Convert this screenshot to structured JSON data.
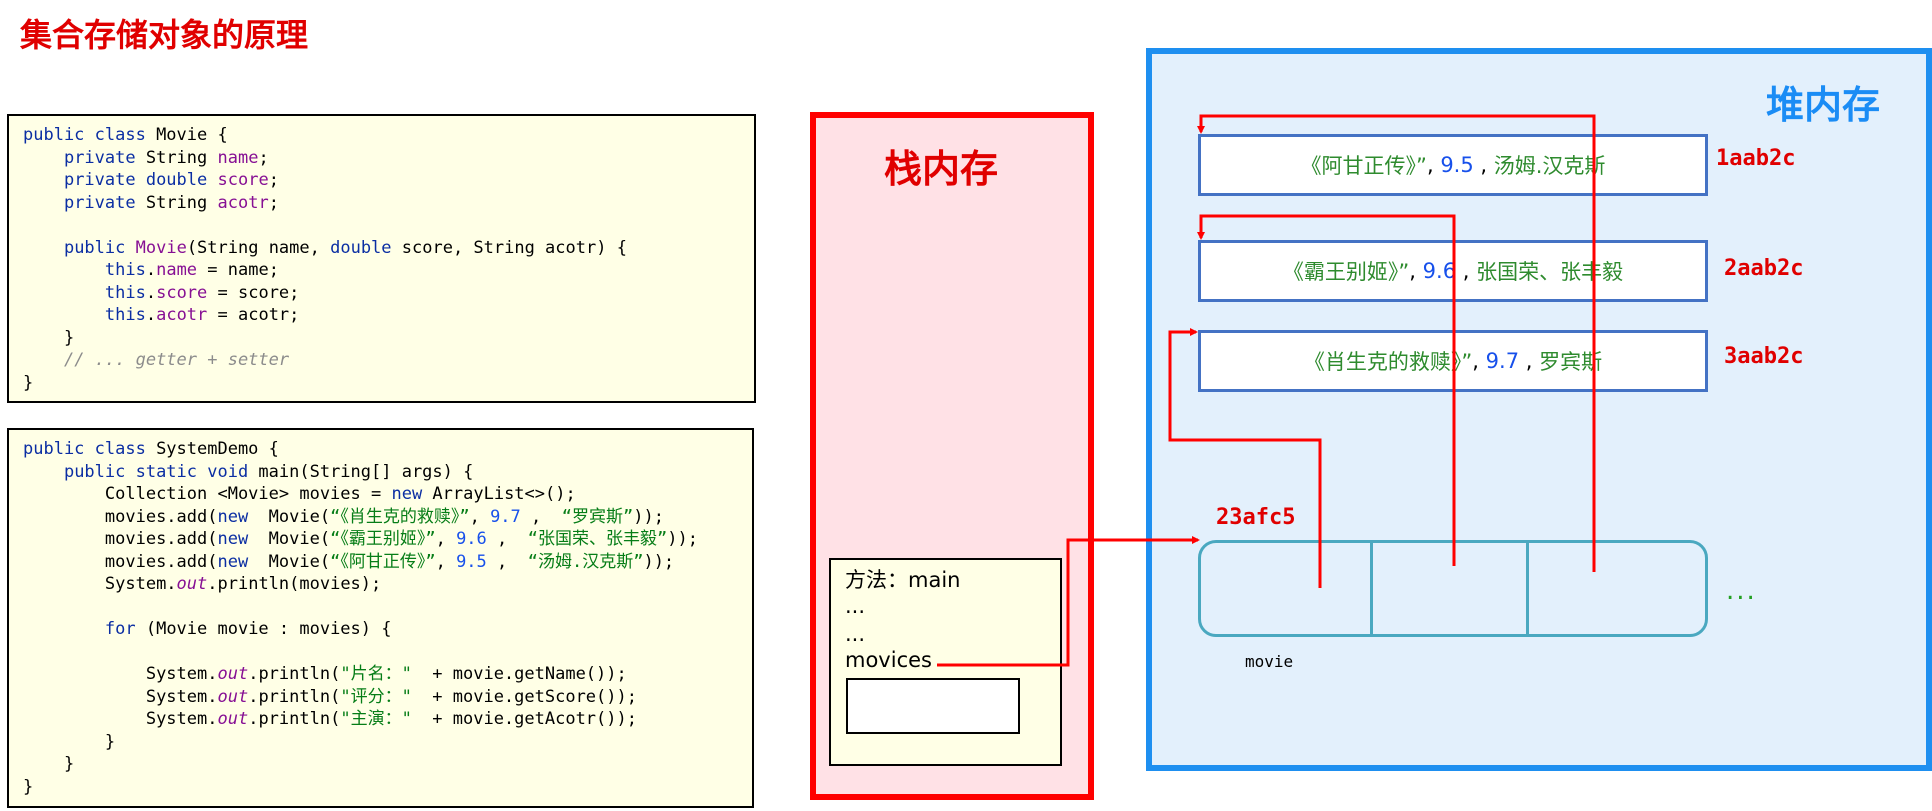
{
  "title": "集合存储对象的原理",
  "stack": {
    "title": "栈内存",
    "frame_lines": [
      "方法：main",
      "...",
      "...",
      "movices"
    ]
  },
  "heap": {
    "title": "堆内存",
    "objects": [
      {
        "name": "《阿甘正传》”",
        "score": "9.5",
        "actor": "汤姆.汉克斯",
        "address": "1aab2c"
      },
      {
        "name": "《霸王别姬》”",
        "score": "9.6",
        "actor": "张国荣、张丰毅",
        "address": "2aab2c"
      },
      {
        "name": "《肖生克的救赎》”",
        "score": "9.7",
        "actor": "罗宾斯",
        "address": "3aab2c"
      }
    ],
    "collection_address": "23afc5",
    "collection_label": "movie",
    "ellipsis": "..."
  },
  "code1": {
    "l1": "public class Movie {",
    "l2": "private String name;",
    "l3": "private double score;",
    "l4": "private String acotr;",
    "l5": "public Movie(String name, double score, String acotr) {",
    "l6": "this.name = name;",
    "l7": "this.score = score;",
    "l8": "this.acotr = acotr;",
    "l9": "}",
    "l10": "// ... getter + setter",
    "l11": "}"
  },
  "code2": {
    "l1": "public class SystemDemo {",
    "l2": "public static void main(String[] args) {",
    "l3": "Collection <Movie> movies = new ArrayList<>();",
    "l4": "movies.add(new  Movie(“《肖生克的救赎》”, 9.7 ,  “罗宾斯”));",
    "l5": "movies.add(new  Movie(“《霸王别姬》”, 9.6 ,  “张国荣、张丰毅”));",
    "l6": "movies.add(new  Movie(“《阿甘正传》”, 9.5 ,  “汤姆.汉克斯”));",
    "l7": "System.out.println(movies);",
    "l8": "for (Movie movie : movies) {",
    "l9": "System.out.println(\"片名：\"  + movie.getName());",
    "l10": "System.out.println(\"评分：\"  + movie.getScore());",
    "l11": "System.out.println(\"主演：\"  + movie.getAcotr());",
    "l12": "}",
    "l13": "}",
    "l14": "}"
  },
  "colors": {
    "accent_red": "#e00000",
    "heap_blue": "#1e8ff0",
    "stack_bg": "#ffe1e6",
    "heap_bg": "#e3f0fc",
    "code_bg": "#ffffe6"
  }
}
